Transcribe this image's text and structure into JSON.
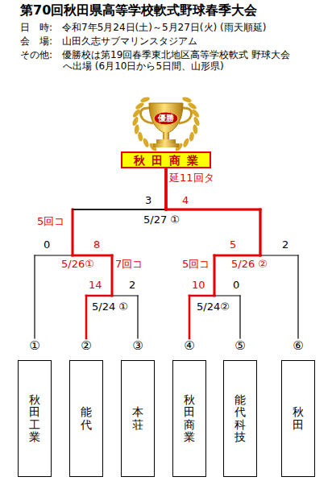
{
  "diagram": {
    "title": "第70回秋田県高等学校軟式野球春季大会",
    "nodes": [
      {
        "text": [
          "秋田商業"
        ]
      },
      {
        "text": [
          "①",
          "秋田工業"
        ]
      },
      {
        "text": [
          "②",
          "能代"
        ]
      },
      {
        "text": [
          "③",
          "本荘"
        ]
      },
      {
        "text": [
          "④",
          "秋田商業"
        ]
      },
      {
        "text": [
          "⑤",
          "能代科技"
        ]
      },
      {
        "text": [
          "⑥",
          "秋田"
        ]
      }
    ],
    "edges": [
      {
        "from": 1,
        "to": 0,
        "arrow": "none"
      },
      {
        "from": 2,
        "to": 0,
        "arrow": "none"
      },
      {
        "from": 3,
        "to": 0,
        "arrow": "none"
      },
      {
        "from": 4,
        "to": 0,
        "arrow": "none"
      },
      {
        "from": 5,
        "to": 0,
        "arrow": "none"
      },
      {
        "from": 6,
        "to": 0,
        "arrow": "none"
      }
    ],
    "labels": [
      "日　時:　令和7年5月24日(土)～5月27日(火) (雨天順延)",
      "会　場:　山田久志サブマリンスタジアム",
      "その他:　優勝校は第19回春季東北地区高等学校軟式 野球大会へ出場 (6月10日から5日間、山形県)",
      "優勝",
      "延11回タ",
      "3",
      "4",
      "5/27 ①",
      "5回コ",
      "0",
      "8",
      "5",
      "2",
      "5/26①",
      "7回コ",
      "5回コ",
      "5/26 ②",
      "14",
      "2",
      "10",
      "0",
      "5/24 ①",
      "5/24②"
    ]
  }
}
